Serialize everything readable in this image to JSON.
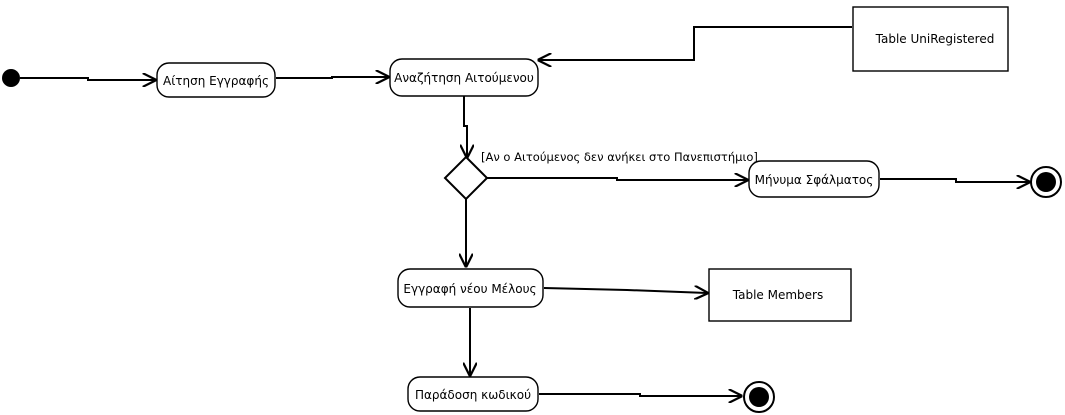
{
  "diagram": {
    "start_node": "initial-node",
    "activities": {
      "request": "Αίτηση Εγγραφής",
      "search": "Αναζήτηση Αιτούμενου",
      "error": "Μήνυμα Σφάλματος",
      "register": "Εγγραφή νέου Μέλους",
      "deliver": "Παράδοση κωδικού"
    },
    "data_stores": {
      "uni_registered": "Table UniRegistered",
      "members": "Table Members"
    },
    "decision": {
      "guard": "[Αν ο Αιτούμενος δεν ανήκει στο Πανεπιστήμιο]"
    },
    "colors": {
      "stroke": "#000000",
      "fill": "#ffffff"
    }
  }
}
